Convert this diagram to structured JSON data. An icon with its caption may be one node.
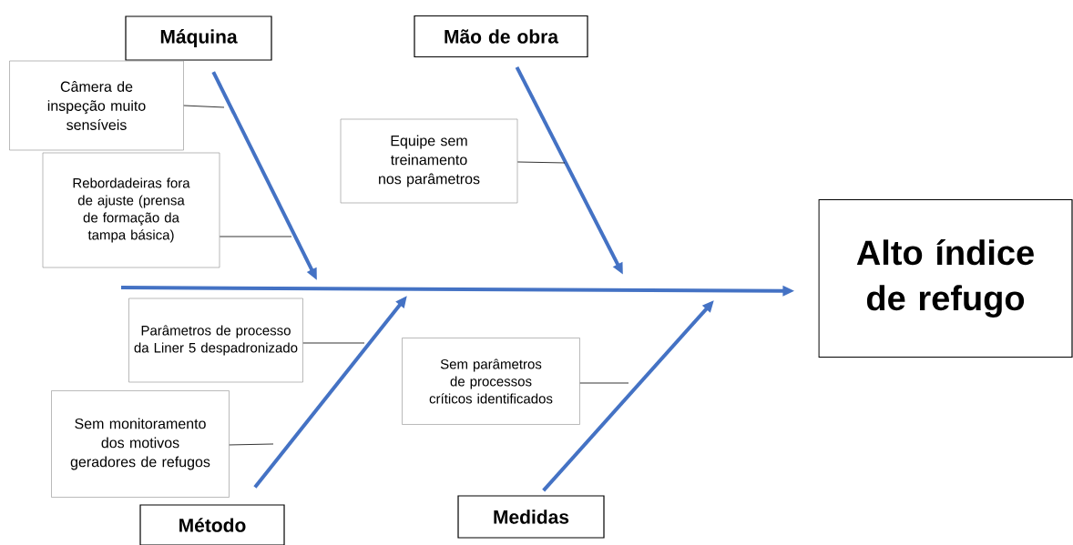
{
  "diagram": {
    "nodes": [
      {
        "text": [
          "Máquina"
        ]
      },
      {
        "text": [
          "Câmera de inspeção muito sensíveis"
        ]
      },
      {
        "text": [
          "Rebordadeiras fora de ajuste (prensa de formação da tampa básica)"
        ]
      },
      {
        "text": [
          "Mão de obra"
        ]
      },
      {
        "text": [
          "Equipe sem treinamento nos parâmetros"
        ]
      },
      {
        "text": [
          "Alto índice de refugo"
        ]
      },
      {
        "text": [
          "Parâmetros de processo da Liner 5 despadronizado"
        ]
      },
      {
        "text": [
          "Sem monitoramento dos motivos geradores de refugos"
        ]
      },
      {
        "text": [
          "Método"
        ]
      },
      {
        "text": [
          "Sem parâmetros de processos críticos identificados"
        ]
      },
      {
        "text": [
          "Medidas"
        ]
      }
    ],
    "edges": [
      {
        "from": null,
        "to": 5,
        "arrow": "to",
        "style": "thick",
        "color": "#4472c4"
      },
      {
        "from": 0,
        "to": null,
        "arrow": "to",
        "style": "thick",
        "color": "#4472c4"
      },
      {
        "from": 3,
        "to": null,
        "arrow": "to",
        "style": "thick",
        "color": "#4472c4"
      },
      {
        "from": 8,
        "to": null,
        "arrow": "to",
        "style": "thick",
        "color": "#4472c4"
      },
      {
        "from": 10,
        "to": null,
        "arrow": "to",
        "style": "thick",
        "color": "#4472c4"
      },
      {
        "from": 1,
        "to": null,
        "arrow": "none"
      },
      {
        "from": 2,
        "to": null,
        "arrow": "none"
      },
      {
        "from": 4,
        "to": null,
        "arrow": "none"
      },
      {
        "from": 6,
        "to": null,
        "arrow": "none"
      },
      {
        "from": 7,
        "to": null,
        "arrow": "none"
      },
      {
        "from": 9,
        "to": null,
        "arrow": "none"
      }
    ]
  }
}
